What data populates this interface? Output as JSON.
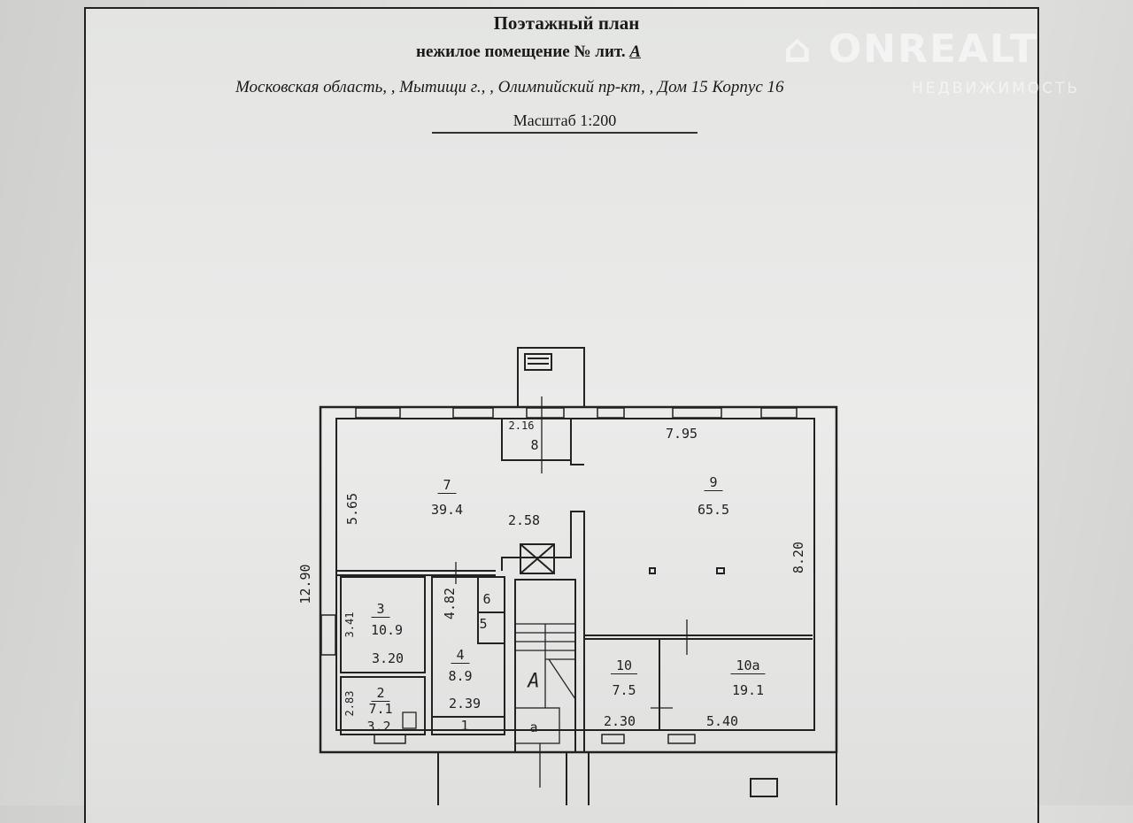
{
  "header": {
    "title": "Поэтажный план",
    "subtitle": "нежилое помещение  №  лит.",
    "litera": "А",
    "address": "Московская область, , Мытищи г., , Олимпийский пр-кт, , Дом 15 Корпус 16",
    "scale": "Масштаб 1:200"
  },
  "watermark": {
    "brand": "ONREALT",
    "tagline": "НЕДВИЖИМОСТЬ"
  },
  "rooms": [
    {
      "number": "2",
      "area": "7.1"
    },
    {
      "number": "3",
      "area": "10.9"
    },
    {
      "number": "4",
      "area": "8.9"
    },
    {
      "number": "5"
    },
    {
      "number": "6"
    },
    {
      "number": "7",
      "area": "39.4"
    },
    {
      "number": "8"
    },
    {
      "number": "9",
      "area": "65.5"
    },
    {
      "number": "10",
      "area": "7.5"
    },
    {
      "number": "10a",
      "area": "19.1"
    },
    {
      "number": "1"
    }
  ],
  "stair": {
    "letter": "А",
    "sub": "а"
  },
  "dimensions": {
    "d216": "2.16",
    "d795": "7.95",
    "d565": "5.65",
    "d1290": "12.90",
    "d820": "8.20",
    "d258": "2.58",
    "d341": "3.41",
    "d482": "4.82",
    "d320": "3.20",
    "d283": "2.83",
    "d239": "2.39",
    "d32": "3.2",
    "d230": "2.30",
    "d540": "5.40"
  }
}
